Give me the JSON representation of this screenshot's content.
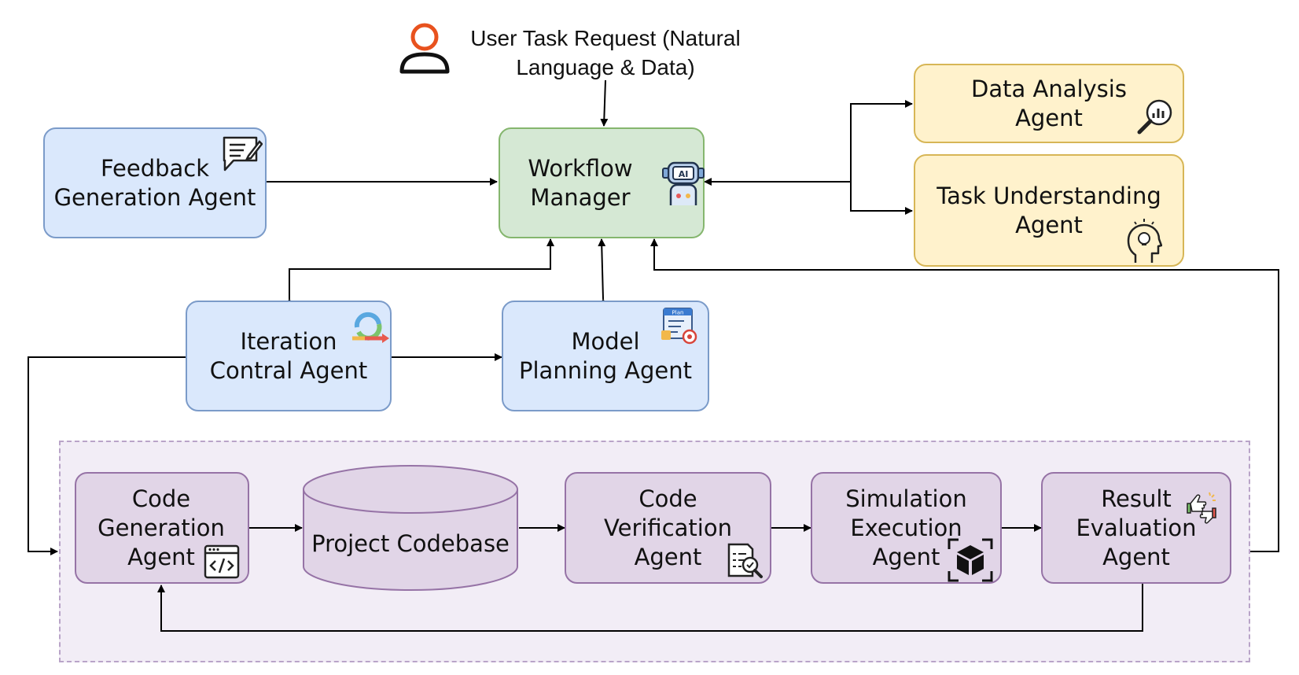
{
  "user": {
    "request": "User Task Request (Natural\nLanguage & Data)",
    "icon": "person-icon",
    "icon_color": "#e8521e"
  },
  "nodes": {
    "feedback": "Feedback\nGeneration Agent",
    "workflow": "Workflow\nManager",
    "data_analysis": "Data Analysis\nAgent",
    "task_understanding": "Task Understanding\nAgent",
    "iteration": "Iteration\nContral Agent",
    "model_planning": "Model\nPlanning Agent",
    "code_generation": "Code\nGeneration\nAgent",
    "project_codebase": "Project Codebase",
    "code_verification": "Code\nVerification\nAgent",
    "simulation": "Simulation\nExecution\nAgent",
    "result_evaluation": "Result\nEvaluation Agent"
  },
  "icons": {
    "feedback": "message-edit-icon",
    "workflow": "ai-robot-icon",
    "data_analysis": "chart-magnifier-icon",
    "task_understanding": "lightbulb-head-icon",
    "iteration": "cycle-arrow-icon",
    "model_planning": "plan-board-icon",
    "plan_badge": "Plan",
    "code_generation": "code-window-icon",
    "code_verification": "document-check-icon",
    "simulation": "cube-frame-icon",
    "result_evaluation": "thumbs-evaluation-icon",
    "ai_badge": "AI"
  },
  "colors": {
    "blue_fill": "#dae8fc",
    "green_fill": "#d5e8d4",
    "yellow_fill": "#fff2cc",
    "purple_fill": "#e1d5e7",
    "group_fill": "#f2edf6",
    "edge": "#000000"
  }
}
